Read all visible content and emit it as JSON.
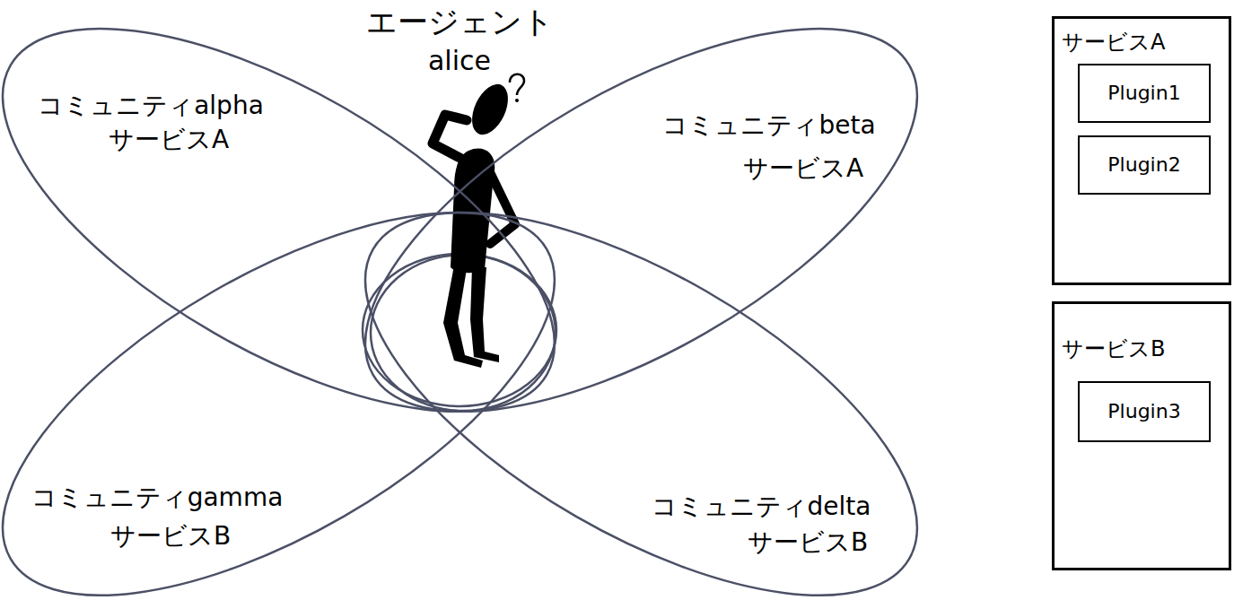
{
  "diagram": {
    "nodes": [
      {
        "text": [
          "コミュニティalpha",
          "サービスA"
        ]
      },
      {
        "text": [
          "コミュニティbeta",
          "サービスA"
        ]
      },
      {
        "text": [
          "コミュニティgamma",
          "サービスB"
        ]
      },
      {
        "text": [
          "コミュニティdelta",
          "サービスB"
        ]
      },
      {
        "text": [
          "サービスA"
        ]
      },
      {
        "text": [
          "Plugin1"
        ],
        "in": 4
      },
      {
        "text": [
          "Plugin2"
        ],
        "in": 4
      },
      {
        "text": [
          "サービスB"
        ]
      },
      {
        "text": [
          "Plugin3"
        ],
        "in": 7
      }
    ],
    "labels": [
      "エージェント",
      "alice"
    ]
  }
}
